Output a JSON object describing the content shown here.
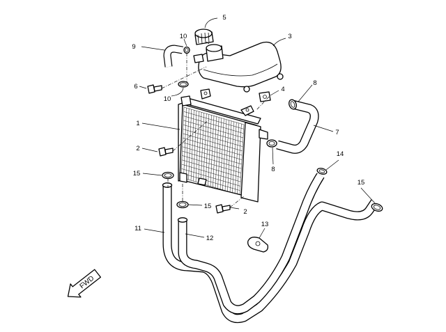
{
  "callouts": {
    "c1": "1",
    "c2a": "2",
    "c2b": "2",
    "c3": "3",
    "c4": "4",
    "c5": "5",
    "c6": "6",
    "c7": "7",
    "c8a": "8",
    "c8b": "8",
    "c9": "9",
    "c10a": "10",
    "c10b": "10",
    "c11": "11",
    "c12": "12",
    "c13": "13",
    "c14": "14",
    "c15a": "15",
    "c15b": "15",
    "c15c": "15"
  },
  "direction_arrow": {
    "label": "FWD"
  }
}
